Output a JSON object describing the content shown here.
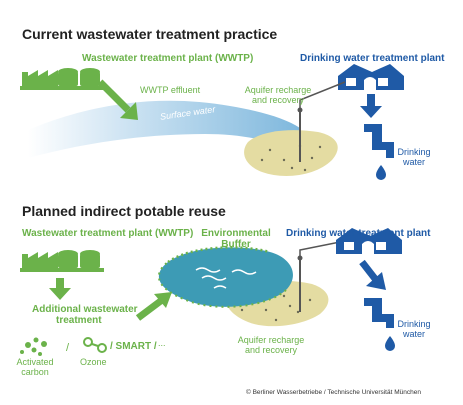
{
  "sections": {
    "current": {
      "title": "Current wastewater treatment practice",
      "wwtp_label": "Wastewater treatment plant (WWTP)",
      "dwtp_label": "Drinking water treatment plant",
      "effluent_label": "WWTP effluent",
      "surface_water_label": "Surface water",
      "aquifer_line1": "Aquifer recharge",
      "aquifer_line2": "and recovery",
      "drinking_line1": "Drinking",
      "drinking_line2": "water"
    },
    "planned": {
      "title": "Planned indirect potable reuse",
      "wwtp_label": "Wastewater treatment plant (WWTP)",
      "dwtp_label": "Drinking water treatment plant",
      "buffer_line1": "Environmental",
      "buffer_line2": "Buffer",
      "additional_line1": "Additional wastewater",
      "additional_line2": "treatment",
      "activated_line1": "Activated",
      "activated_line2": "carbon",
      "slash1": "/",
      "ozone_label": "Ozone",
      "smart_label": "/ SMART /",
      "ellipsis": "...",
      "aquifer_line1": "Aquifer recharge",
      "aquifer_line2": "and recovery",
      "drinking_line1": "Drinking",
      "drinking_line2": "water"
    }
  },
  "copyright": "© Berliner Wasserbetriebe / Technische Universität München",
  "colors": {
    "green": "#6bb24a",
    "blue": "#1f5aa6",
    "aquifer": "#e4dca2",
    "water": "#7fb8dd",
    "lake": "#3d9bb5"
  },
  "icons": [
    "wwtp-plant-icon",
    "dwtp-plant-icon",
    "water-drop-icon",
    "activated-carbon-icon",
    "ozone-icon"
  ]
}
